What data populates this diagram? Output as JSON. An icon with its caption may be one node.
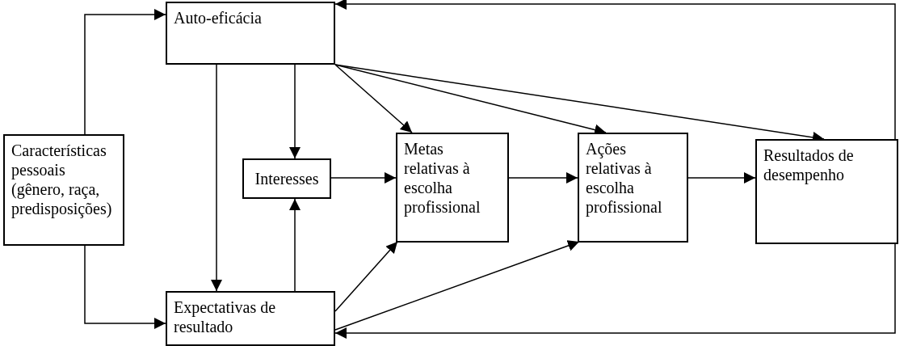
{
  "diagram": {
    "nodes": [
      {
        "text": [
          "Características pessoais (gênero, raça, predisposições)"
        ]
      },
      {
        "text": [
          "Auto-eficácia"
        ]
      },
      {
        "text": [
          "Interesses"
        ]
      },
      {
        "text": [
          "Metas relativas à escolha profissional"
        ]
      },
      {
        "text": [
          "Ações relativas à escolha profissional"
        ]
      },
      {
        "text": [
          "Resultados de desempenho"
        ]
      },
      {
        "text": [
          "Expectativas de resultado"
        ]
      }
    ],
    "edges": [
      {
        "from": 0,
        "to": 1,
        "arrow": "to"
      },
      {
        "from": 0,
        "to": 6,
        "arrow": "to"
      },
      {
        "from": 1,
        "to": 6,
        "arrow": "to"
      },
      {
        "from": 1,
        "to": 2,
        "arrow": "to"
      },
      {
        "from": 1,
        "to": 3,
        "arrow": "to"
      },
      {
        "from": 1,
        "to": 4,
        "arrow": "to"
      },
      {
        "from": 1,
        "to": 5,
        "arrow": "to"
      },
      {
        "from": 6,
        "to": 2,
        "arrow": "to"
      },
      {
        "from": 2,
        "to": 3,
        "arrow": "to"
      },
      {
        "from": 3,
        "to": 4,
        "arrow": "to"
      },
      {
        "from": 4,
        "to": 5,
        "arrow": "to"
      },
      {
        "from": 6,
        "to": 3,
        "arrow": "to"
      },
      {
        "from": 6,
        "to": 4,
        "arrow": "to"
      },
      {
        "from": 5,
        "to": 1,
        "arrow": "to"
      },
      {
        "from": 5,
        "to": 6,
        "arrow": "to"
      }
    ]
  }
}
